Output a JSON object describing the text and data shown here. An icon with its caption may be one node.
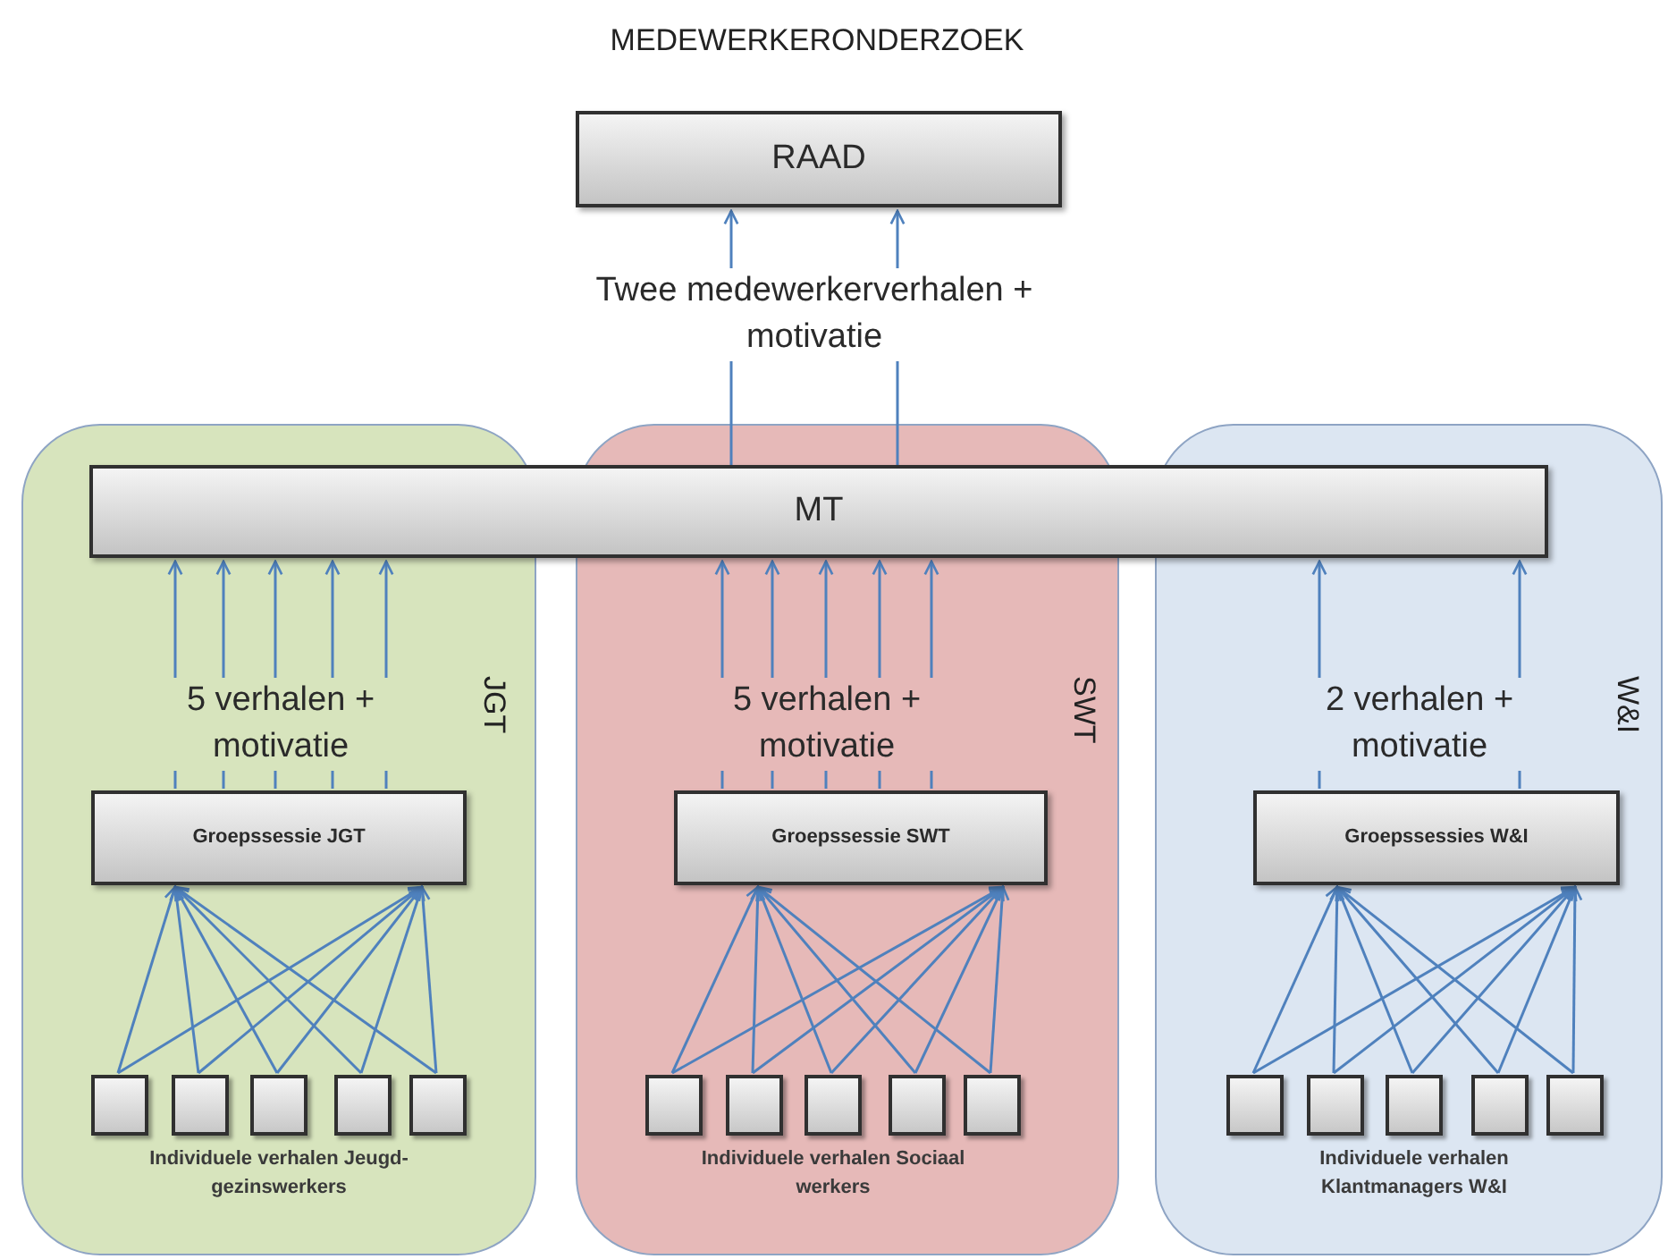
{
  "diagram": {
    "title": "MEDEWERKERONDERZOEK",
    "nodes": [
      {
        "text": [
          "RAAD"
        ]
      },
      {
        "text": [
          "JGT",
          "Individuele verhalen Jeugd- gezinswerkers"
        ]
      },
      {
        "text": [
          "SWT",
          "Individuele verhalen Sociaal werkers"
        ]
      },
      {
        "text": [
          "W&I",
          "Individuele verhalen Klantmanagers W&I"
        ]
      },
      {
        "text": [
          "MT"
        ]
      },
      {
        "text": [
          "Groepssessie JGT"
        ],
        "in": 1
      },
      {
        "text": [],
        "shape": "box",
        "in": 1
      },
      {
        "text": [],
        "shape": "box",
        "in": 1
      },
      {
        "text": [],
        "shape": "box",
        "in": 1
      },
      {
        "text": [],
        "shape": "box",
        "in": 1
      },
      {
        "text": [],
        "shape": "box",
        "in": 1
      },
      {
        "text": [
          "Groepssessie SWT"
        ],
        "in": 2
      },
      {
        "text": [],
        "shape": "box",
        "in": 2
      },
      {
        "text": [],
        "shape": "box",
        "in": 2
      },
      {
        "text": [],
        "shape": "box",
        "in": 2
      },
      {
        "text": [],
        "shape": "box",
        "in": 2
      },
      {
        "text": [],
        "shape": "box",
        "in": 2
      },
      {
        "text": [
          "Groepssessies W&I"
        ],
        "in": 3
      },
      {
        "text": [],
        "shape": "box",
        "in": 3
      },
      {
        "text": [],
        "shape": "box",
        "in": 3
      },
      {
        "text": [],
        "shape": "box",
        "in": 3
      },
      {
        "text": [],
        "shape": "box",
        "in": 3
      },
      {
        "text": [],
        "shape": "box",
        "in": 3
      }
    ],
    "edges": [
      {
        "from": 4,
        "to": 0,
        "arrow": "to",
        "label": "Twee medewerkerverhalen + motivatie"
      },
      {
        "from": 4,
        "to": 0,
        "arrow": "to"
      },
      {
        "from": 5,
        "to": 4,
        "arrow": "to"
      },
      {
        "from": 5,
        "to": 4,
        "arrow": "to"
      },
      {
        "from": 5,
        "to": 4,
        "arrow": "to",
        "label": "5 verhalen + motivatie"
      },
      {
        "from": 5,
        "to": 4,
        "arrow": "to"
      },
      {
        "from": 5,
        "to": 4,
        "arrow": "to"
      },
      {
        "from": 11,
        "to": 4,
        "arrow": "to"
      },
      {
        "from": 11,
        "to": 4,
        "arrow": "to"
      },
      {
        "from": 11,
        "to": 4,
        "arrow": "to",
        "label": "5 verhalen + motivatie"
      },
      {
        "from": 11,
        "to": 4,
        "arrow": "to"
      },
      {
        "from": 11,
        "to": 4,
        "arrow": "to"
      },
      {
        "from": 17,
        "to": 4,
        "arrow": "to",
        "label": "2 verhalen + motivatie"
      },
      {
        "from": 17,
        "to": 4,
        "arrow": "to"
      },
      {
        "from": 6,
        "to": 5,
        "arrow": "to"
      },
      {
        "from": 6,
        "to": 5,
        "arrow": "to"
      },
      {
        "from": 7,
        "to": 5,
        "arrow": "to"
      },
      {
        "from": 7,
        "to": 5,
        "arrow": "to"
      },
      {
        "from": 8,
        "to": 5,
        "arrow": "to"
      },
      {
        "from": 8,
        "to": 5,
        "arrow": "to"
      },
      {
        "from": 9,
        "to": 5,
        "arrow": "to"
      },
      {
        "from": 9,
        "to": 5,
        "arrow": "to"
      },
      {
        "from": 10,
        "to": 5,
        "arrow": "to"
      },
      {
        "from": 10,
        "to": 5,
        "arrow": "to"
      },
      {
        "from": 12,
        "to": 11,
        "arrow": "to"
      },
      {
        "from": 12,
        "to": 11,
        "arrow": "to"
      },
      {
        "from": 13,
        "to": 11,
        "arrow": "to"
      },
      {
        "from": 13,
        "to": 11,
        "arrow": "to"
      },
      {
        "from": 14,
        "to": 11,
        "arrow": "to"
      },
      {
        "from": 14,
        "to": 11,
        "arrow": "to"
      },
      {
        "from": 15,
        "to": 11,
        "arrow": "to"
      },
      {
        "from": 15,
        "to": 11,
        "arrow": "to"
      },
      {
        "from": 16,
        "to": 11,
        "arrow": "to"
      },
      {
        "from": 16,
        "to": 11,
        "arrow": "to"
      },
      {
        "from": 18,
        "to": 17,
        "arrow": "to"
      },
      {
        "from": 18,
        "to": 17,
        "arrow": "to"
      },
      {
        "from": 19,
        "to": 17,
        "arrow": "to"
      },
      {
        "from": 19,
        "to": 17,
        "arrow": "to"
      },
      {
        "from": 20,
        "to": 17,
        "arrow": "to"
      },
      {
        "from": 20,
        "to": 17,
        "arrow": "to"
      },
      {
        "from": 21,
        "to": 17,
        "arrow": "to"
      },
      {
        "from": 21,
        "to": 17,
        "arrow": "to"
      },
      {
        "from": 22,
        "to": 17,
        "arrow": "to"
      },
      {
        "from": 22,
        "to": 17,
        "arrow": "to"
      }
    ]
  }
}
